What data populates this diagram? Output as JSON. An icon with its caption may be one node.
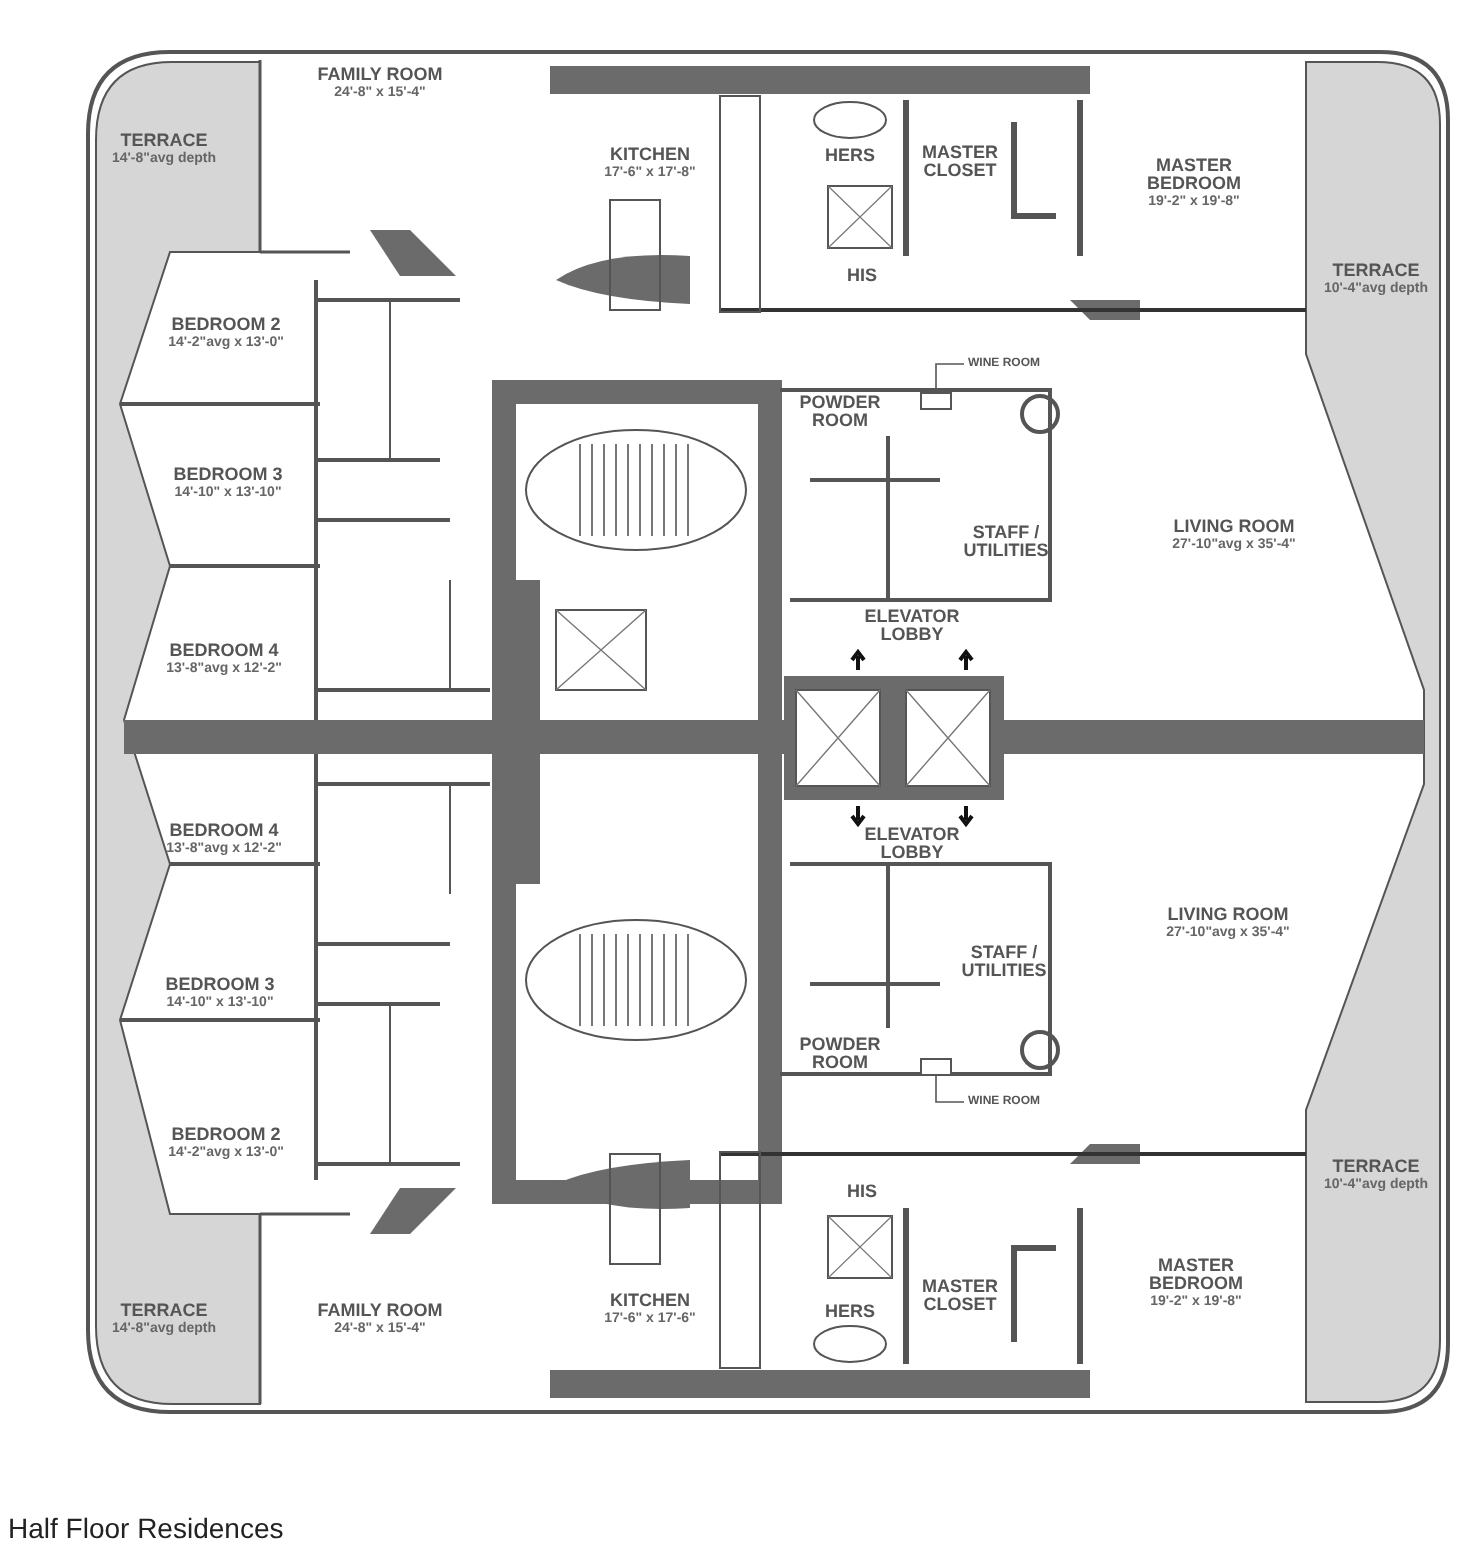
{
  "diagram": {
    "caption": "Half Floor Residences",
    "nodes": [
      {
        "text": [
          "FAMILY ROOM",
          "24'-8\" x 15'-4\""
        ]
      },
      {
        "text": [
          "TERRACE",
          "14'-8\"avg depth"
        ]
      },
      {
        "text": [
          "KITCHEN",
          "17'-6\" x 17'-8\""
        ]
      },
      {
        "text": [
          "HERS"
        ]
      },
      {
        "text": [
          "MASTER CLOSET"
        ]
      },
      {
        "text": [
          "MASTER BEDROOM",
          "19'-2\" x 19'-8\""
        ]
      },
      {
        "text": [
          "HIS"
        ]
      },
      {
        "text": [
          "TERRACE",
          "10'-4\"avg depth"
        ]
      },
      {
        "text": [
          "BEDROOM 2",
          "14'-2\"avg x 13'-0\""
        ]
      },
      {
        "text": [
          "WINE ROOM"
        ]
      },
      {
        "text": [
          "POWDER ROOM"
        ]
      },
      {
        "text": [
          "BEDROOM 3",
          "14'-10\" x 13'-10\""
        ]
      },
      {
        "text": [
          "LIVING ROOM",
          "27'-10\"avg x 35'-4\""
        ]
      },
      {
        "text": [
          "STAFF / UTILITIES"
        ]
      },
      {
        "text": [
          "ELEVATOR LOBBY"
        ]
      },
      {
        "text": [
          "BEDROOM 4",
          "13'-8\"avg x 12'-2\""
        ]
      },
      {
        "text": [
          "BEDROOM 4",
          "13'-8\"avg x 12'-2\""
        ]
      },
      {
        "text": [
          "ELEVATOR LOBBY"
        ]
      },
      {
        "text": [
          "LIVING ROOM",
          "27'-10\"avg x 35'-4\""
        ]
      },
      {
        "text": [
          "STAFF / UTILITIES"
        ]
      },
      {
        "text": [
          "BEDROOM 3",
          "14'-10\" x 13'-10\""
        ]
      },
      {
        "text": [
          "POWDER ROOM"
        ]
      },
      {
        "text": [
          "WINE ROOM"
        ]
      },
      {
        "text": [
          "BEDROOM 2",
          "14'-2\"avg x 13'-0\""
        ]
      },
      {
        "text": [
          "TERRACE",
          "10'-4\"avg depth"
        ]
      },
      {
        "text": [
          "HIS"
        ]
      },
      {
        "text": [
          "MASTER CLOSET"
        ]
      },
      {
        "text": [
          "MASTER BEDROOM",
          "19'-2\" x 19'-8\""
        ]
      },
      {
        "text": [
          "HERS"
        ]
      },
      {
        "text": [
          "KITCHEN",
          "17'-6\" x 17'-6\""
        ]
      },
      {
        "text": [
          "TERRACE",
          "14'-8\"avg depth"
        ]
      },
      {
        "text": [
          "FAMILY ROOM",
          "24'-8\" x 15'-4\""
        ]
      },
      {
        "text": [],
        "shape": "box"
      },
      {
        "text": [],
        "shape": "box"
      }
    ],
    "edges": [
      {
        "from": 9,
        "to": 32,
        "arrow": "none"
      },
      {
        "from": 22,
        "to": 33,
        "arrow": "none"
      }
    ]
  }
}
